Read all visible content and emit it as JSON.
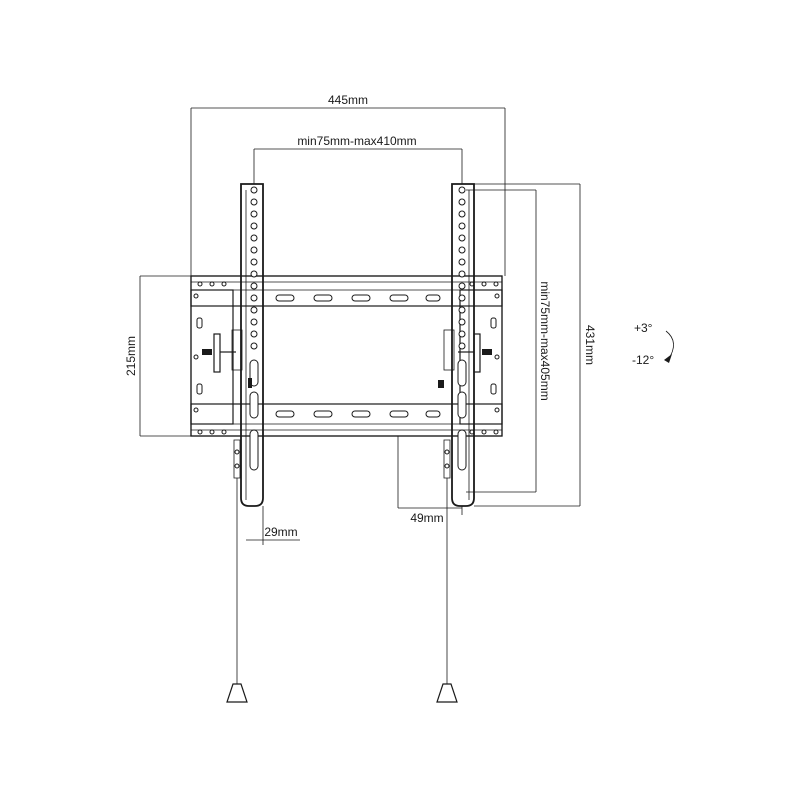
{
  "dimensions": {
    "overall_width": "445mm",
    "vesa_width": "min75mm-max410mm",
    "plate_height": "215mm",
    "overall_height": "431mm",
    "vesa_height": "min75mm-max405mm",
    "depth_min": "29mm",
    "depth_max": "49mm"
  },
  "tilt": {
    "up": "+3°",
    "down": "-12°"
  },
  "colors": {
    "line": "#1a1a1a",
    "background": "#ffffff"
  }
}
